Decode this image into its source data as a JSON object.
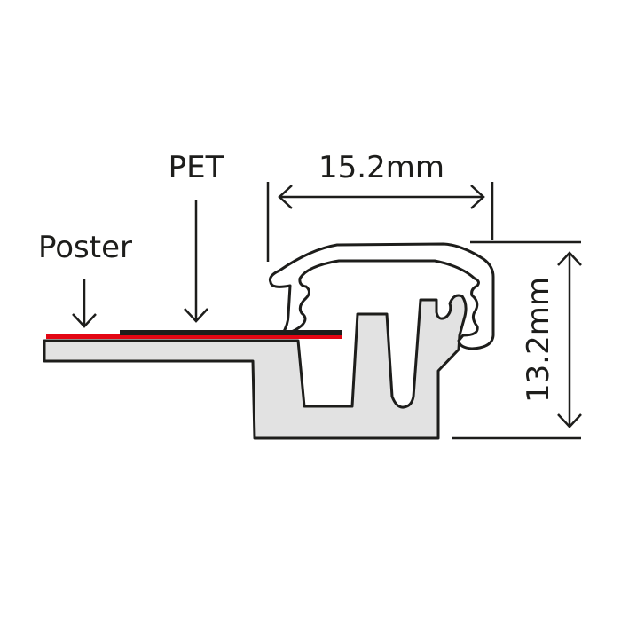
{
  "labels": {
    "pet": "PET",
    "poster": "Poster",
    "width_dim": "15.2mm",
    "height_dim": "13.2mm"
  },
  "colors": {
    "outline": "#1d1d1b",
    "profile_fill": "#e2e2e2",
    "poster": "#e30613",
    "pet": "#1d1d1b"
  }
}
